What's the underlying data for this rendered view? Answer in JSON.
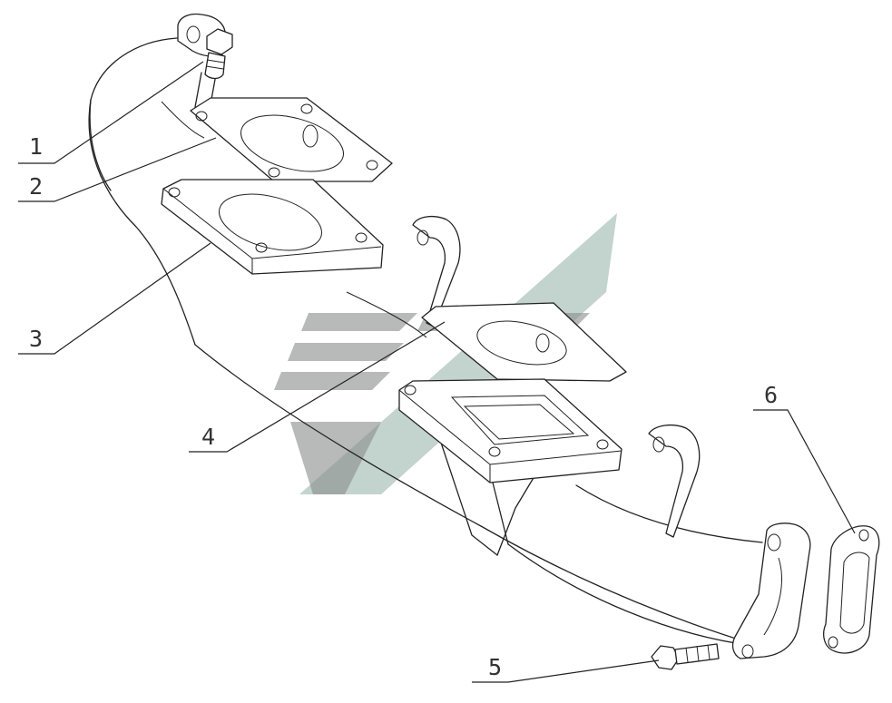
{
  "callouts": [
    {
      "id": "1",
      "label": "1"
    },
    {
      "id": "2",
      "label": "2"
    },
    {
      "id": "3",
      "label": "3"
    },
    {
      "id": "4",
      "label": "4"
    },
    {
      "id": "5",
      "label": "5"
    },
    {
      "id": "6",
      "label": "6"
    }
  ],
  "colors": {
    "line": "#222222",
    "watermark_gray": "#8a8f8e",
    "watermark_green": "#6f9688",
    "background": "#ffffff"
  }
}
